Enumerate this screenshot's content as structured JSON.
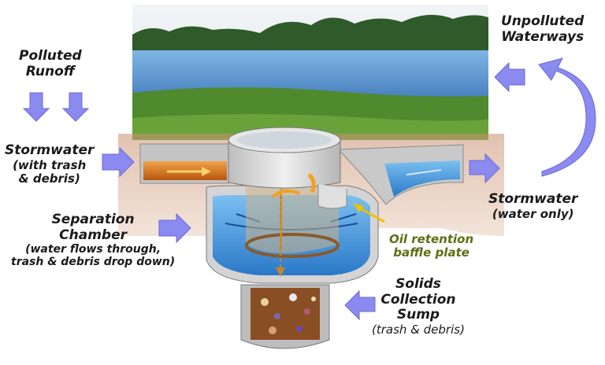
{
  "labels": {
    "polluted_runoff": [
      "Polluted",
      "Runoff"
    ],
    "unpolluted_waterways": [
      "Unpolluted",
      "Waterways"
    ],
    "stormwater_in": {
      "title": "Stormwater",
      "sub": [
        "(with trash",
        "& debris)"
      ]
    },
    "stormwater_out": {
      "title": "Stormwater",
      "sub": "(water only)"
    },
    "separation_chamber": {
      "title": [
        "Separation",
        "Chamber"
      ],
      "sub": [
        "(water flows through,",
        "trash & debris drop down)"
      ]
    },
    "oil_baffle": [
      "Oil retention",
      "baffle plate"
    ],
    "solids_sump": {
      "title": [
        "Solids",
        "Collection",
        "Sump"
      ],
      "sub": "(trash & debris)"
    }
  },
  "colors": {
    "arrow": "#8a8af0",
    "label_text": "#1a1a1a",
    "oil_text": "#5c6e12",
    "water": "#3f8fd6",
    "sky": "#e8eef4",
    "grass": "#4f8a2e",
    "soil": "#cfa98a"
  }
}
